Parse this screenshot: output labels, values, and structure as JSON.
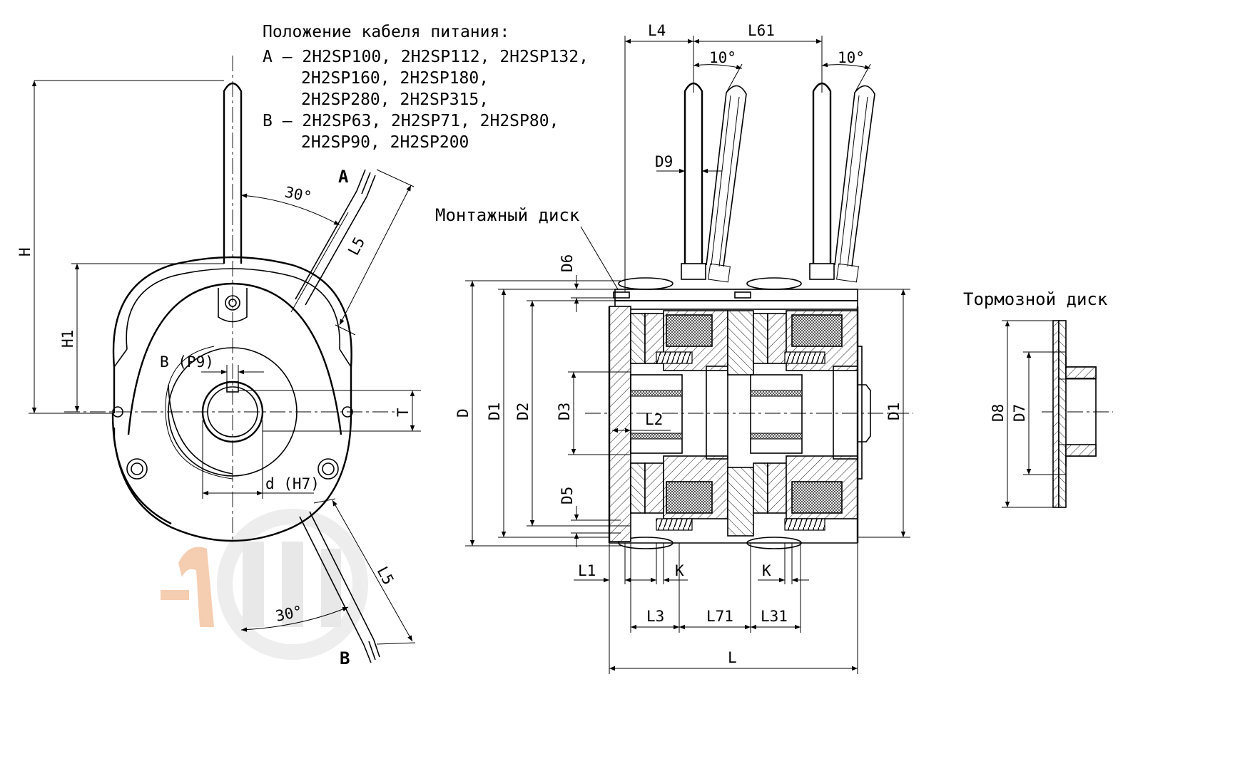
{
  "notes": {
    "heading": "Положение кабеля питания:",
    "a_line1": "A — 2H2SP100, 2H2SP112, 2H2SP132,",
    "a_line2": "2H2SP160, 2H2SP180,",
    "a_line3": "2H2SP280, 2H2SP315,",
    "b_line1": "B — 2H2SP63, 2H2SP71, 2H2SP80,",
    "b_line2": "2H2SP90, 2H2SP200"
  },
  "front_view": {
    "cable_a": "A",
    "cable_b": "B",
    "angle_top": "30°",
    "angle_bottom": "30°",
    "dim_h": "H",
    "dim_h1": "H1",
    "dim_b": "B (P9)",
    "dim_t": "T",
    "dim_d": "d (H7)",
    "dim_l5_top": "L5",
    "dim_l5_bottom": "L5"
  },
  "side_view": {
    "mount_disc_label": "Монтажный диск",
    "dim_l4": "L4",
    "dim_l61": "L61",
    "angle_1": "10°",
    "angle_2": "10°",
    "dim_d9": "D9",
    "dim_d6": "D6",
    "dim_big_d": "D",
    "dim_d1_left": "D1",
    "dim_d2": "D2",
    "dim_d3": "D3",
    "dim_l2": "L2",
    "dim_d5": "D5",
    "dim_d1_right": "D1",
    "dim_l1": "L1",
    "dim_k1": "K",
    "dim_k2": "K",
    "dim_l3": "L3",
    "dim_l71": "L71",
    "dim_l31": "L31",
    "dim_l": "L"
  },
  "brake_disc": {
    "title": "Тормозной диск",
    "dim_d8": "D8",
    "dim_d7": "D7"
  },
  "colors": {
    "line": "#000000",
    "watermark_orange": "#f5c8a8",
    "watermark_gray": "#e2e2e2"
  }
}
